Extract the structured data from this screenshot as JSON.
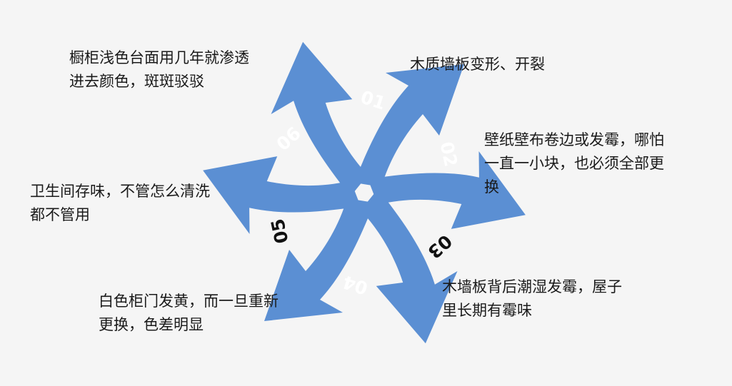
{
  "steps": [
    {
      "number": "01",
      "text": "木质墙板变形、开裂",
      "number_color": "#ffffff"
    },
    {
      "number": "02",
      "text": "壁纸壁布卷边或发霉，哪怕\n一直一小块，也必须全部更\n换",
      "number_color": "#ffffff"
    },
    {
      "number": "03",
      "text": "木墙板背后潮湿发霉，屋子\n里长期有霉味",
      "number_color": "#111111"
    },
    {
      "number": "04",
      "text": "白色柜门发黄，而一旦重新\n更换，色差明显",
      "number_color": "#ffffff"
    },
    {
      "number": "05",
      "text": "卫生间存味，不管怎么清洗\n都不管用",
      "number_color": "#111111"
    },
    {
      "number": "06",
      "text": "橱柜浅色台面用几年就渗透\n进去颜色，斑斑驳驳",
      "number_color": "#ffffff"
    }
  ],
  "colors": {
    "arrow_outer": "#5b8fd3",
    "arrow_inner": "#ffffff",
    "background": "#f5f5f5"
  }
}
